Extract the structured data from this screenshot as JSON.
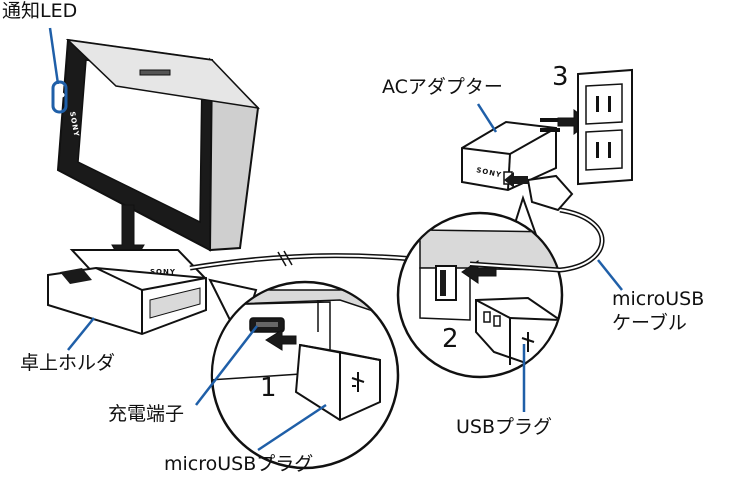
{
  "labels": {
    "notification_led": "通知LED",
    "ac_adapter": "ACアダプター",
    "microusb_cable_line1": "microUSB",
    "microusb_cable_line2": "ケーブル",
    "desktop_holder": "卓上ホルダ",
    "charging_port": "充電端子",
    "usb_plug": "USBプラグ",
    "microusb_plug": "microUSBプラグ"
  },
  "steps": {
    "step1": "1",
    "step2": "2",
    "step3": "3"
  },
  "brand": "SONY",
  "colors": {
    "leader_line": "#1f5fa8",
    "ink": "#111111",
    "device_dark": "#1a1a1a",
    "fill_light": "#ffffff",
    "shade": "#d9d9d9"
  }
}
